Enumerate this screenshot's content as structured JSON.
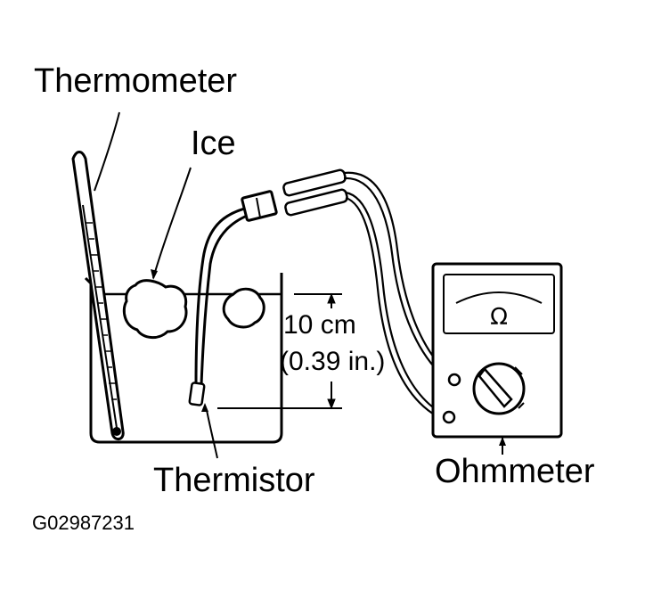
{
  "labels": {
    "thermometer": "Thermometer",
    "ice": "Ice",
    "depth_metric": "10 cm",
    "depth_imperial": "(0.39 in.)",
    "thermistor": "Thermistor",
    "ohmmeter": "Ohmmeter",
    "figure_code": "G02987231"
  },
  "meter": {
    "unit_symbol": "Ω"
  },
  "icons": {
    "thermometer": "thermometer-icon",
    "ice": "ice-cube-icon",
    "thermistor": "thermistor-probe-icon",
    "ohmmeter": "ohmmeter-icon",
    "container": "water-container-icon",
    "dial": "selector-dial-icon"
  },
  "colors": {
    "ink": "#000000",
    "paper": "#ffffff"
  }
}
